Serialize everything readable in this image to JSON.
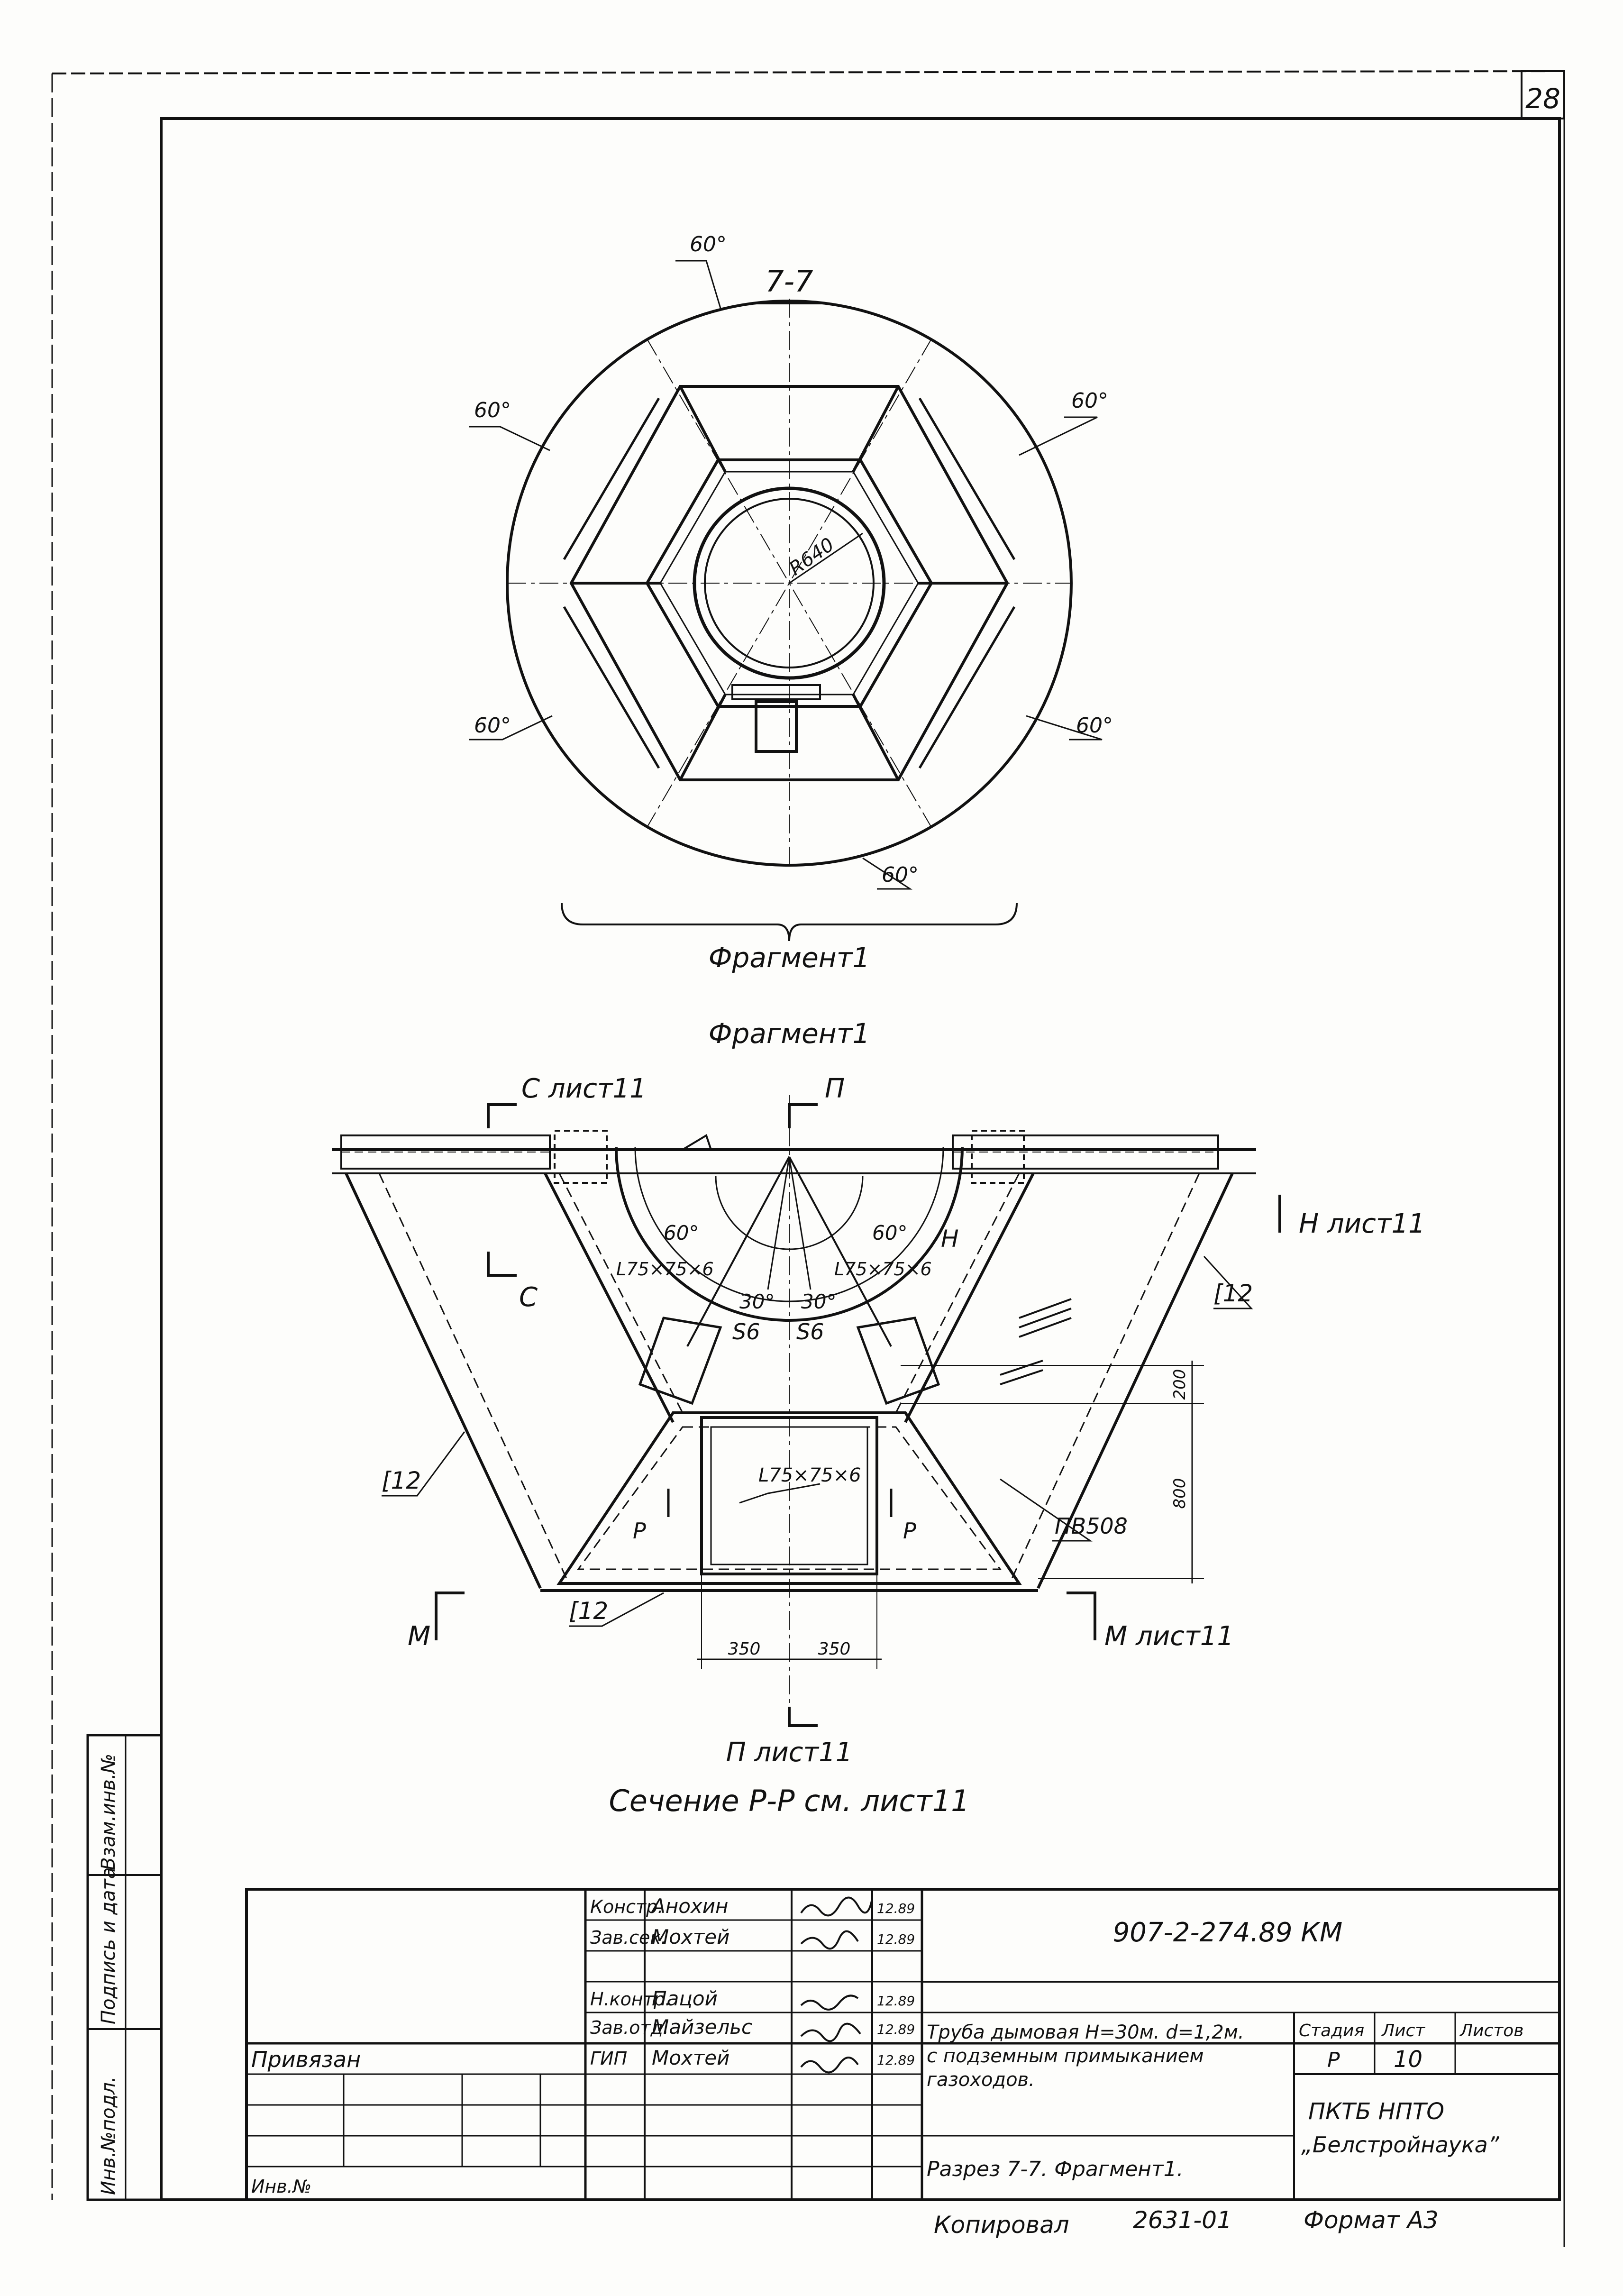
{
  "sheet": {
    "page_number": "28",
    "format_note": "Формат А3",
    "copied_by": "Копировал",
    "copy_number": "2631-01"
  },
  "views": {
    "section_title": "7-7",
    "radius_label": "R640",
    "angle_labels": [
      "60°",
      "60°",
      "60°",
      "60°",
      "60°",
      "60°"
    ],
    "brace_label": "Фрагмент1",
    "fragment_title": "Фрагмент1",
    "fragment": {
      "section_c_top": "С лист11",
      "section_c_bottom": "С",
      "section_p_top": "П",
      "section_p_bottom": "П лист11",
      "section_h": "Н лист11",
      "mark_h": "Н",
      "section_m_left": "М",
      "section_m_right": "М лист11",
      "angle_60_left": "60°",
      "angle_60_right": "60°",
      "angle_30_left": "30°",
      "angle_30_right": "30°",
      "angle_profile_left": "L75×75×6",
      "angle_profile_right": "L75×75×6",
      "angle_profile_center": "L75×75×6",
      "plate_left": "S6",
      "plate_right": "S6",
      "channel_left": "[12",
      "channel_right": "[12",
      "channel_bottom": "[12",
      "pv_label": "ПВ508",
      "dim_200": "200",
      "dim_800": "800",
      "dim_350_left": "350",
      "dim_350_right": "350",
      "mark_p_left": "Р",
      "mark_p_right": "Р"
    },
    "section_note": "Сечение Р-Р см. лист11"
  },
  "margin_stamp": {
    "fields": [
      "Инв.№подл.",
      "Подпись и дата",
      "Взам.инв.№"
    ]
  },
  "title_block": {
    "document_code": "907-2-274.89 КМ",
    "roles": [
      {
        "role": "Констр.",
        "name": "Анохин",
        "date": "12.89"
      },
      {
        "role": "Зав.сек.",
        "name": "Мохтей",
        "date": "12.89"
      },
      {
        "role": "",
        "name": "",
        "date": ""
      },
      {
        "role": "Н.контр.",
        "name": "Пацой",
        "date": "12.89"
      },
      {
        "role": "Зав.отд.",
        "name": "Майзельс",
        "date": "12.89"
      },
      {
        "role": "ГИП",
        "name": "Мохтей",
        "date": "12.89"
      }
    ],
    "tied_label": "Привязан",
    "inv_label": "Инв.№",
    "object_title_line1": "Труба дымовая Н=30м. d=1,2м.",
    "object_title_line2": "с подземным примыканием",
    "object_title_line3": "газоходов.",
    "sheet_title": "Разрез 7-7. Фрагмент1.",
    "stage_header": "Стадия",
    "sheet_header": "Лист",
    "sheets_header": "Листов",
    "stage_value": "Р",
    "sheet_value": "10",
    "sheets_value": "",
    "org_line1": "ПКТБ НПТО",
    "org_line2": "„Белстройнаука”"
  }
}
